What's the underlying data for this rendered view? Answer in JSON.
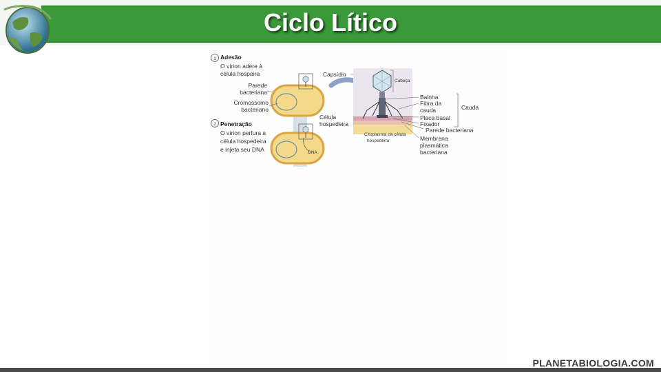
{
  "title": "Ciclo Lítico",
  "brand": "PLANETABIOLOGIA.COM",
  "icons": {
    "logo": "globe-icon"
  },
  "colors": {
    "banner": "#3a9a3a",
    "cell_fill": "#f5d98a",
    "cell_border": "#d9a441",
    "arrow": "#8aa3c7"
  },
  "diagram": {
    "step1": {
      "number": "1",
      "title": "Adesão",
      "lines": [
        "O vírion adere à",
        "célula hospeira"
      ]
    },
    "parede_bacteriana": [
      "Parede",
      "bacteriana"
    ],
    "cromossomo": [
      "Cromossomo",
      "bacteriano"
    ],
    "step2": {
      "number": "2",
      "title": "Penetração",
      "lines": [
        "O vírion perfura a",
        "célula hospedeira",
        "e injeta seu DNA"
      ]
    },
    "dna": "DNA",
    "capsideo": "Capsídio",
    "celula_hospedeira": [
      "Célula",
      "hospedeira"
    ],
    "cabeca": "Cabeça",
    "cauda": "Cauda",
    "parts": {
      "bainha": "Bainha",
      "fibra": [
        "Fibra da",
        "cauda"
      ],
      "placa_basal": "Placa basal",
      "fixador": "Fixador",
      "parede": "Parede bacteriana",
      "membrana": [
        "Membrana",
        "plasmática",
        "bacteriana"
      ]
    },
    "citoplasma": [
      "Citoplasma da célula",
      "hospedeira"
    ]
  }
}
